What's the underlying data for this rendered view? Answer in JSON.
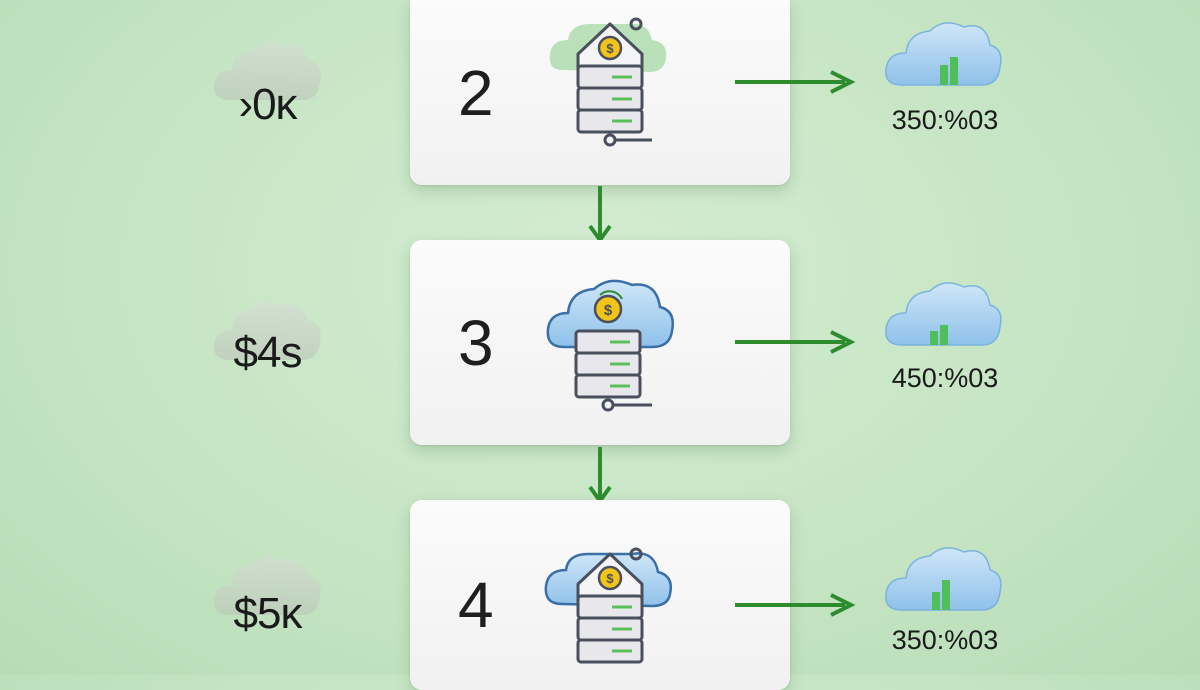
{
  "rows": [
    {
      "step": "2",
      "cost_label": "›0ĸ",
      "result_label": "350:%03",
      "icon": "house-cloud-server-icon"
    },
    {
      "step": "3",
      "cost_label": "$4s",
      "result_label": "450:%03",
      "icon": "cloud-server-icon"
    },
    {
      "step": "4",
      "cost_label": "$5ĸ",
      "result_label": "350:%03",
      "icon": "house-cloud-server-icon"
    }
  ],
  "colors": {
    "background": "#c6e5c4",
    "arrow": "#2e8b2e",
    "cloud_blue": "#a9d2f0",
    "coin": "#f2c319",
    "server": "#e8e8ec"
  }
}
